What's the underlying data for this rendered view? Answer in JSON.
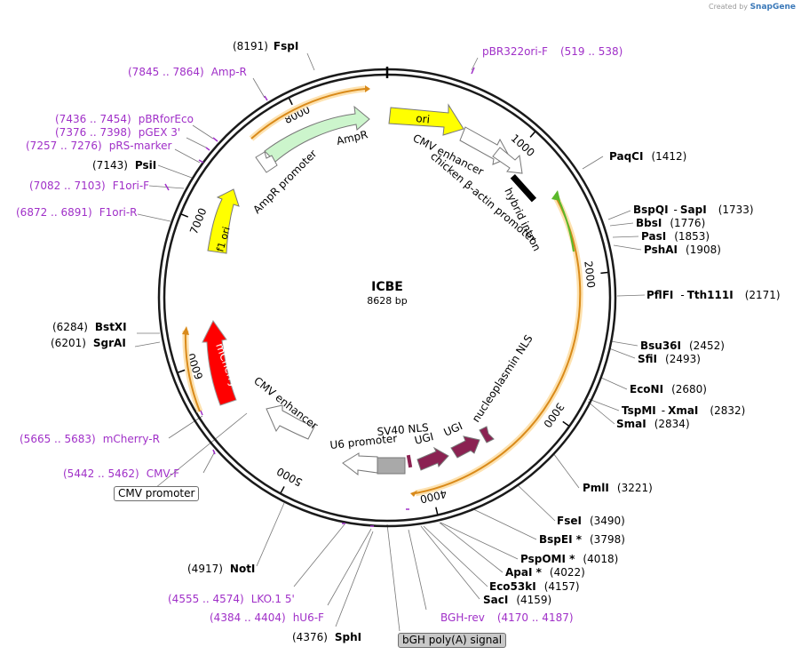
{
  "credit": {
    "prefix": "Created by",
    "brand": "SnapGene"
  },
  "plasmid": {
    "name": "ICBE",
    "size_text": "8628 bp"
  },
  "ticks": [
    "1000",
    "2000",
    "3000",
    "4000",
    "5000",
    "6000",
    "7000",
    "8000"
  ],
  "features": {
    "ori": "ori",
    "amp_r": "AmpR",
    "amp_r_promoter": "AmpR promoter",
    "f1_ori": "f1 ori",
    "cmv_enhancer_top": "CMV enhancer",
    "chicken_actin": "chicken β-actin promoter",
    "hybrid_intron": "hybrid intron",
    "nucleoplasmin_nls": "nucleoplasmin NLS",
    "ugi_a": "UGI",
    "ugi_b": "UGI",
    "sv40_nls": "SV40 NLS",
    "u6_promoter": "U6 promoter",
    "cmv_enhancer_left": "CMV enhancer",
    "mcherry": "mCherry"
  },
  "boxed_labels": {
    "cmv_promoter": "CMV promoter",
    "bgh_polya": "bGH poly(A) signal"
  },
  "enzymes": [
    {
      "name": "FspI",
      "pos": "(8191)"
    },
    {
      "name": "PaqCI",
      "pos": "(1412)"
    },
    {
      "name": "BspQI",
      "name2": "SapI",
      "pos": "(1733)"
    },
    {
      "name": "BbsI",
      "pos": "(1776)"
    },
    {
      "name": "PasI",
      "pos": "(1853)"
    },
    {
      "name": "PshAI",
      "pos": "(1908)"
    },
    {
      "name": "PflFI",
      "name2": "Tth111I",
      "pos": "(2171)"
    },
    {
      "name": "Bsu36I",
      "pos": "(2452)"
    },
    {
      "name": "SfiI",
      "pos": "(2493)"
    },
    {
      "name": "EcoNI",
      "pos": "(2680)"
    },
    {
      "name": "TspMI",
      "name2": "XmaI",
      "pos": "(2832)"
    },
    {
      "name": "SmaI",
      "pos": "(2834)"
    },
    {
      "name": "PmlI",
      "pos": "(3221)"
    },
    {
      "name": "FseI",
      "pos": "(3490)"
    },
    {
      "name": "BspEI *",
      "pos": "(3798)"
    },
    {
      "name": "PspOMI *",
      "pos": "(4018)"
    },
    {
      "name": "ApaI *",
      "pos": "(4022)"
    },
    {
      "name": "Eco53kI",
      "pos": "(4157)"
    },
    {
      "name": "SacI",
      "pos": "(4159)"
    },
    {
      "name": "SphI",
      "pos": "(4376)"
    },
    {
      "name": "NotI",
      "pos": "(4917)"
    },
    {
      "name": "SgrAI",
      "pos": "(6201)"
    },
    {
      "name": "BstXI",
      "pos": "(6284)"
    },
    {
      "name": "PsiI",
      "pos": "(7143)"
    }
  ],
  "primers": [
    {
      "name": "pBR322ori-F",
      "pos": "(519 .. 538)"
    },
    {
      "name": "Amp-R",
      "pos": "(7845 .. 7864)"
    },
    {
      "name": "pBRforEco",
      "pos": "(7436 .. 7454)"
    },
    {
      "name": "pGEX 3'",
      "pos": "(7376 .. 7398)"
    },
    {
      "name": "pRS-marker",
      "pos": "(7257 .. 7276)"
    },
    {
      "name": "F1ori-F",
      "pos": "(7082 .. 7103)"
    },
    {
      "name": "F1ori-R",
      "pos": "(6872 .. 6891)"
    },
    {
      "name": "mCherry-R",
      "pos": "(5665 .. 5683)"
    },
    {
      "name": "CMV-F",
      "pos": "(5442 .. 5462)"
    },
    {
      "name": "LKO.1 5'",
      "pos": "(4555 .. 4574)"
    },
    {
      "name": "hU6-F",
      "pos": "(4384 .. 4404)"
    },
    {
      "name": "BGH-rev",
      "pos": "(4170 .. 4187)"
    }
  ],
  "colors": {
    "backbone": "#1a1a1a",
    "ori": "#ffff00",
    "amp_r": "#ccf5cc",
    "f1_ori": "#ffff00",
    "mcherry": "#ff0000",
    "ugi": "#8b2252",
    "u6_promoter": "#ffffff",
    "bgh_polya": "#a9a9a9",
    "orf": "#d98a1a",
    "orf_glow": "#fde2b0",
    "primer": "#a030c8"
  }
}
